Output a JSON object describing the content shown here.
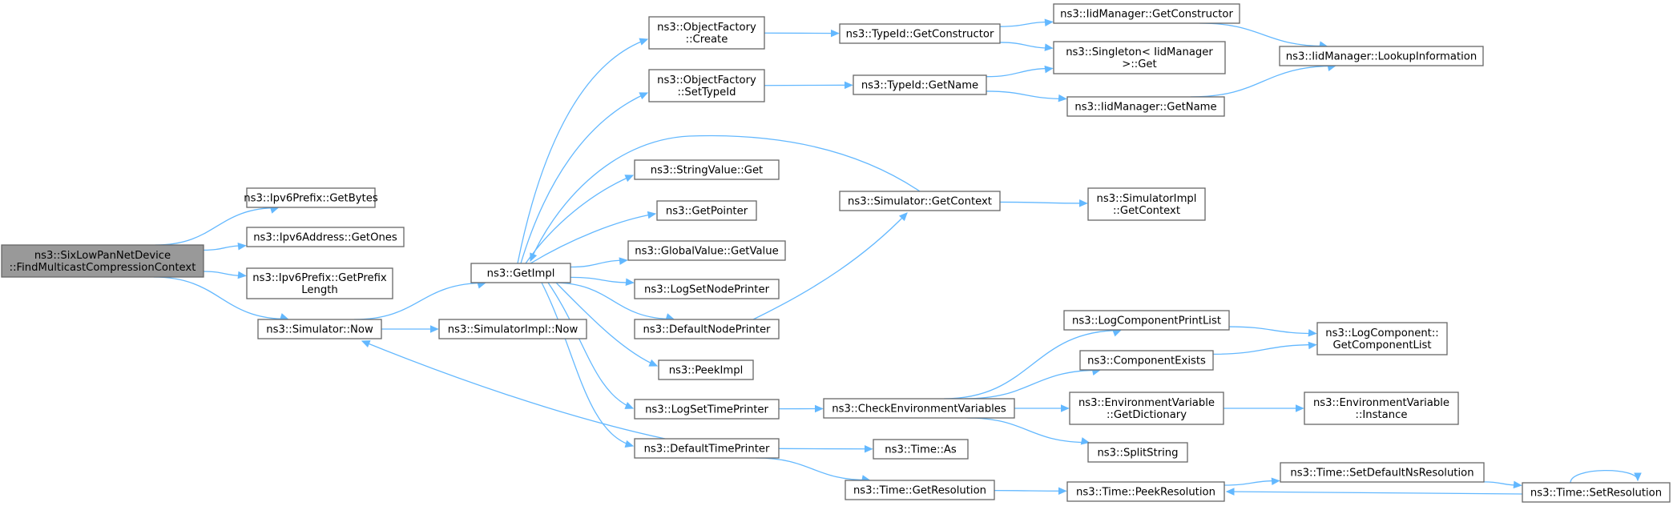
{
  "graph": {
    "root": "FindMulticastCompressionContext",
    "nodes": [
      {
        "id": "FindMulticastCompressionContext",
        "lines": [
          "ns3::SixLowPanNetDevice",
          "::FindMulticastCompressionContext"
        ],
        "root": true
      },
      {
        "id": "Ipv6Prefix_GetBytes",
        "lines": [
          "ns3::Ipv6Prefix::GetBytes"
        ]
      },
      {
        "id": "Ipv6Address_GetOnes",
        "lines": [
          "ns3::Ipv6Address::GetOnes"
        ]
      },
      {
        "id": "Ipv6Prefix_GetPrefixLength",
        "lines": [
          "ns3::Ipv6Prefix::GetPrefix",
          "Length"
        ]
      },
      {
        "id": "Simulator_Now",
        "lines": [
          "ns3::Simulator::Now"
        ]
      },
      {
        "id": "GetImpl",
        "lines": [
          "ns3::GetImpl"
        ]
      },
      {
        "id": "SimulatorImpl_Now",
        "lines": [
          "ns3::SimulatorImpl::Now"
        ]
      },
      {
        "id": "ObjectFactory_Create",
        "lines": [
          "ns3::ObjectFactory",
          "::Create"
        ]
      },
      {
        "id": "ObjectFactory_SetTypeId",
        "lines": [
          "ns3::ObjectFactory",
          "::SetTypeId"
        ]
      },
      {
        "id": "StringValue_Get",
        "lines": [
          "ns3::StringValue::Get"
        ]
      },
      {
        "id": "GetPointer",
        "lines": [
          "ns3::GetPointer"
        ]
      },
      {
        "id": "GlobalValue_GetValue",
        "lines": [
          "ns3::GlobalValue::GetValue"
        ]
      },
      {
        "id": "LogSetNodePrinter",
        "lines": [
          "ns3::LogSetNodePrinter"
        ]
      },
      {
        "id": "DefaultNodePrinter",
        "lines": [
          "ns3::DefaultNodePrinter"
        ]
      },
      {
        "id": "PeekImpl",
        "lines": [
          "ns3::PeekImpl"
        ]
      },
      {
        "id": "LogSetTimePrinter",
        "lines": [
          "ns3::LogSetTimePrinter"
        ]
      },
      {
        "id": "DefaultTimePrinter",
        "lines": [
          "ns3::DefaultTimePrinter"
        ]
      },
      {
        "id": "TypeId_GetConstructor",
        "lines": [
          "ns3::TypeId::GetConstructor"
        ]
      },
      {
        "id": "TypeId_GetName",
        "lines": [
          "ns3::TypeId::GetName"
        ]
      },
      {
        "id": "Simulator_GetContext",
        "lines": [
          "ns3::Simulator::GetContext"
        ]
      },
      {
        "id": "CheckEnvironmentVariables",
        "lines": [
          "ns3::CheckEnvironmentVariables"
        ]
      },
      {
        "id": "Time_As",
        "lines": [
          "ns3::Time::As"
        ]
      },
      {
        "id": "Time_GetResolution",
        "lines": [
          "ns3::Time::GetResolution"
        ]
      },
      {
        "id": "IidManager_GetConstructor",
        "lines": [
          "ns3::IidManager::GetConstructor"
        ]
      },
      {
        "id": "Singleton_Get",
        "lines": [
          "ns3::Singleton< IidManager",
          ">::Get"
        ]
      },
      {
        "id": "IidManager_GetName",
        "lines": [
          "ns3::IidManager::GetName"
        ]
      },
      {
        "id": "SimulatorImpl_GetContext",
        "lines": [
          "ns3::SimulatorImpl",
          "::GetContext"
        ]
      },
      {
        "id": "LogComponentPrintList",
        "lines": [
          "ns3::LogComponentPrintList"
        ]
      },
      {
        "id": "ComponentExists",
        "lines": [
          "ns3::ComponentExists"
        ]
      },
      {
        "id": "EnvironmentVariable_GetDictionary",
        "lines": [
          "ns3::EnvironmentVariable",
          "::GetDictionary"
        ]
      },
      {
        "id": "SplitString",
        "lines": [
          "ns3::SplitString"
        ]
      },
      {
        "id": "Time_PeekResolution",
        "lines": [
          "ns3::Time::PeekResolution"
        ]
      },
      {
        "id": "IidManager_LookupInformation",
        "lines": [
          "ns3::IidManager::LookupInformation"
        ]
      },
      {
        "id": "LogComponent_GetComponentList",
        "lines": [
          "ns3::LogComponent::",
          "GetComponentList"
        ]
      },
      {
        "id": "EnvironmentVariable_Instance",
        "lines": [
          "ns3::EnvironmentVariable",
          "::Instance"
        ]
      },
      {
        "id": "Time_SetDefaultNsResolution",
        "lines": [
          "ns3::Time::SetDefaultNsResolution"
        ]
      },
      {
        "id": "Time_SetResolution",
        "lines": [
          "ns3::Time::SetResolution"
        ]
      }
    ],
    "edges": [
      {
        "from": "FindMulticastCompressionContext",
        "to": "Ipv6Prefix_GetBytes"
      },
      {
        "from": "FindMulticastCompressionContext",
        "to": "Ipv6Address_GetOnes"
      },
      {
        "from": "FindMulticastCompressionContext",
        "to": "Ipv6Prefix_GetPrefixLength"
      },
      {
        "from": "FindMulticastCompressionContext",
        "to": "Simulator_Now"
      },
      {
        "from": "Simulator_Now",
        "to": "GetImpl"
      },
      {
        "from": "Simulator_Now",
        "to": "SimulatorImpl_Now"
      },
      {
        "from": "GetImpl",
        "to": "ObjectFactory_Create"
      },
      {
        "from": "GetImpl",
        "to": "ObjectFactory_SetTypeId"
      },
      {
        "from": "GetImpl",
        "to": "StringValue_Get"
      },
      {
        "from": "GetImpl",
        "to": "GetPointer"
      },
      {
        "from": "GetImpl",
        "to": "GlobalValue_GetValue"
      },
      {
        "from": "GetImpl",
        "to": "LogSetNodePrinter"
      },
      {
        "from": "GetImpl",
        "to": "DefaultNodePrinter"
      },
      {
        "from": "GetImpl",
        "to": "PeekImpl"
      },
      {
        "from": "GetImpl",
        "to": "LogSetTimePrinter"
      },
      {
        "from": "GetImpl",
        "to": "DefaultTimePrinter"
      },
      {
        "from": "Simulator_GetContext",
        "to": "GetImpl"
      },
      {
        "from": "DefaultNodePrinter",
        "to": "Simulator_GetContext"
      },
      {
        "from": "DefaultTimePrinter",
        "to": "Simulator_Now"
      },
      {
        "from": "ObjectFactory_Create",
        "to": "TypeId_GetConstructor"
      },
      {
        "from": "ObjectFactory_SetTypeId",
        "to": "TypeId_GetName"
      },
      {
        "from": "TypeId_GetConstructor",
        "to": "IidManager_GetConstructor"
      },
      {
        "from": "TypeId_GetConstructor",
        "to": "Singleton_Get"
      },
      {
        "from": "TypeId_GetName",
        "to": "Singleton_Get"
      },
      {
        "from": "TypeId_GetName",
        "to": "IidManager_GetName"
      },
      {
        "from": "IidManager_GetConstructor",
        "to": "IidManager_LookupInformation"
      },
      {
        "from": "IidManager_GetName",
        "to": "IidManager_LookupInformation"
      },
      {
        "from": "Simulator_GetContext",
        "to": "SimulatorImpl_GetContext"
      },
      {
        "from": "LogSetTimePrinter",
        "to": "CheckEnvironmentVariables"
      },
      {
        "from": "CheckEnvironmentVariables",
        "to": "LogComponentPrintList"
      },
      {
        "from": "CheckEnvironmentVariables",
        "to": "ComponentExists"
      },
      {
        "from": "CheckEnvironmentVariables",
        "to": "EnvironmentVariable_GetDictionary"
      },
      {
        "from": "CheckEnvironmentVariables",
        "to": "SplitString"
      },
      {
        "from": "LogComponentPrintList",
        "to": "LogComponent_GetComponentList"
      },
      {
        "from": "ComponentExists",
        "to": "LogComponent_GetComponentList"
      },
      {
        "from": "EnvironmentVariable_GetDictionary",
        "to": "EnvironmentVariable_Instance"
      },
      {
        "from": "DefaultTimePrinter",
        "to": "Time_As"
      },
      {
        "from": "DefaultTimePrinter",
        "to": "Time_GetResolution"
      },
      {
        "from": "Time_GetResolution",
        "to": "Time_PeekResolution"
      },
      {
        "from": "Time_PeekResolution",
        "to": "Time_SetDefaultNsResolution"
      },
      {
        "from": "Time_SetDefaultNsResolution",
        "to": "Time_SetResolution"
      },
      {
        "from": "Time_SetResolution",
        "to": "Time_PeekResolution"
      },
      {
        "from": "Time_SetResolution",
        "to": "Time_SetResolution"
      }
    ]
  }
}
